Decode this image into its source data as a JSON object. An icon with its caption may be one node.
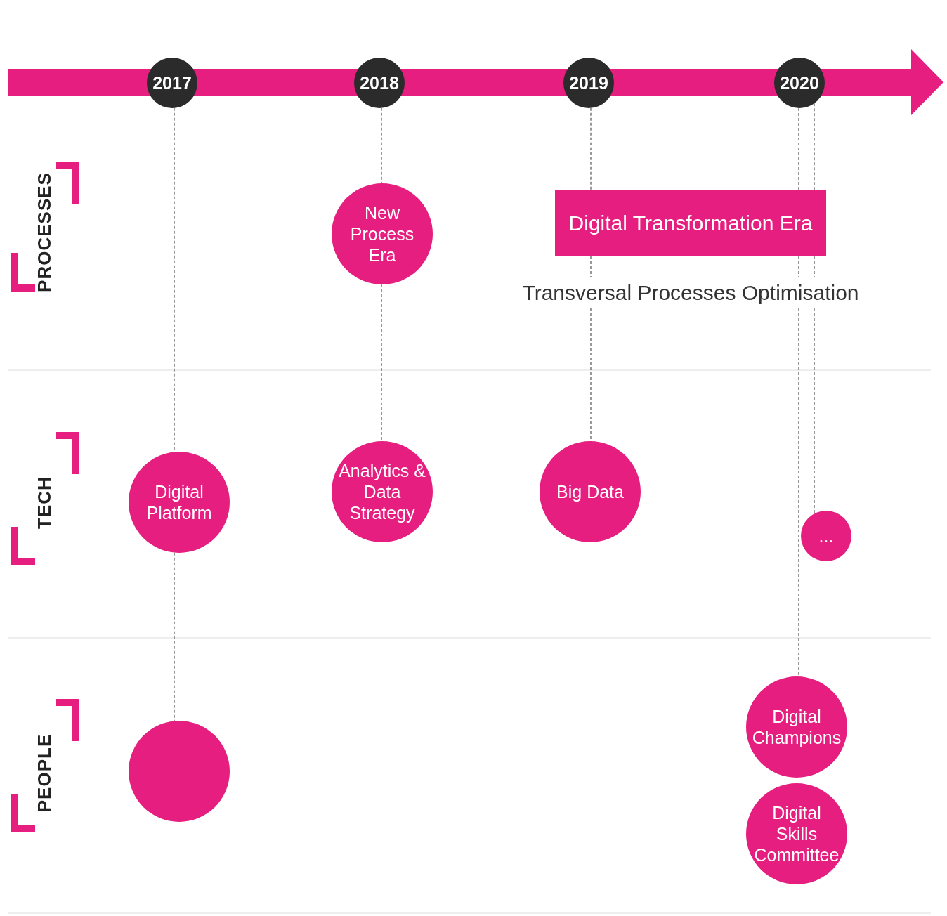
{
  "diagram": {
    "nodes": [
      {
        "text": [
          "2017"
        ]
      },
      {
        "text": [
          "2018"
        ]
      },
      {
        "text": [
          "2019"
        ]
      },
      {
        "text": [
          "2020"
        ]
      },
      {
        "text": [
          "New Process Era"
        ]
      },
      {
        "text": [
          "Digital Transformation Era"
        ]
      },
      {
        "text": [
          "Transversal Processes Optimisation"
        ]
      },
      {
        "text": [
          "Digital Platform"
        ]
      },
      {
        "text": [
          "Analytics & Data Strategy"
        ]
      },
      {
        "text": [
          "Big Data"
        ]
      },
      {
        "text": [
          "..."
        ]
      },
      {
        "text": [],
        "shape": "circle"
      },
      {
        "text": [
          "Digital Champions"
        ]
      },
      {
        "text": [
          "Digital Skills Committee"
        ]
      }
    ],
    "edges": [
      {
        "from": 0,
        "to": 7,
        "arrow": "none",
        "style": "dashed"
      },
      {
        "from": 7,
        "to": 11,
        "arrow": "none",
        "style": "dashed"
      },
      {
        "from": 1,
        "to": 4,
        "arrow": "none",
        "style": "dashed"
      },
      {
        "from": 4,
        "to": 8,
        "arrow": "none",
        "style": "dashed"
      },
      {
        "from": 2,
        "to": 5,
        "arrow": "none",
        "style": "dashed"
      },
      {
        "from": 5,
        "to": 6,
        "arrow": "none",
        "style": "dashed"
      },
      {
        "from": 6,
        "to": 9,
        "arrow": "none",
        "style": "dashed"
      },
      {
        "from": 3,
        "to": 5,
        "arrow": "none",
        "style": "dashed"
      },
      {
        "from": 3,
        "to": 5,
        "arrow": "none",
        "style": "dashed"
      },
      {
        "from": 5,
        "to": 6,
        "arrow": "none",
        "style": "dashed"
      },
      {
        "from": 5,
        "to": 6,
        "arrow": "none",
        "style": "dashed"
      },
      {
        "from": 6,
        "to": 12,
        "arrow": "none",
        "style": "dashed"
      },
      {
        "from": 6,
        "to": 10,
        "arrow": "none",
        "style": "dashed"
      }
    ],
    "labels": [
      "PROCESSES",
      "TECH",
      "PEOPLE"
    ]
  }
}
